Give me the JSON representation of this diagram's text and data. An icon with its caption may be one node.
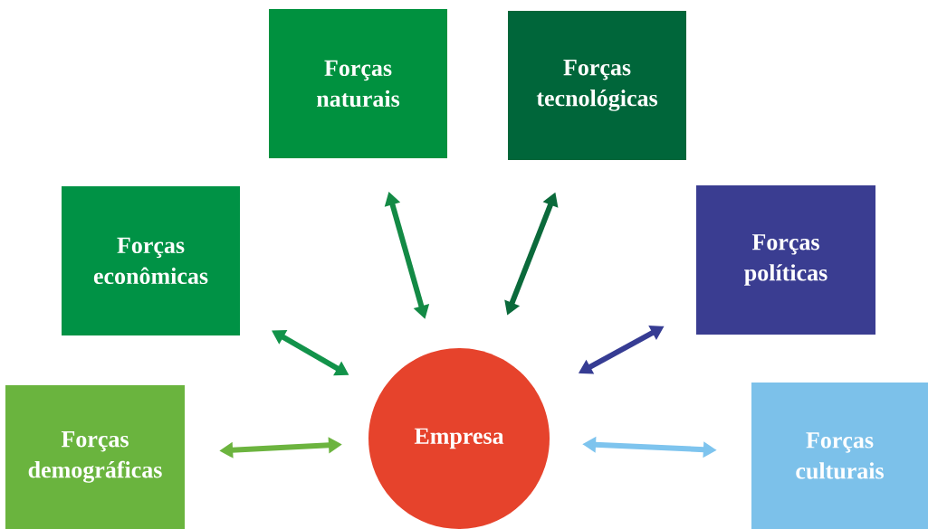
{
  "diagram": {
    "nodes": [
      {
        "text": [
          "Forças naturais"
        ]
      },
      {
        "text": [
          "Forças tecnológicas"
        ]
      },
      {
        "text": [
          "Forças econômicas"
        ]
      },
      {
        "text": [
          "Forças políticas"
        ]
      },
      {
        "text": [
          "Forças demográficas"
        ]
      },
      {
        "text": [
          "Empresa"
        ]
      },
      {
        "text": [
          "Forças culturais"
        ]
      }
    ],
    "edges": [
      {
        "from": 2,
        "to": 5,
        "arrow": "both",
        "color": "#12934a"
      },
      {
        "from": 0,
        "to": 5,
        "arrow": "both",
        "color": "#138a45"
      },
      {
        "from": 1,
        "to": 5,
        "arrow": "both",
        "color": "#0b6a3b"
      },
      {
        "from": 3,
        "to": 5,
        "arrow": "both",
        "color": "#363c93"
      },
      {
        "from": 4,
        "to": 5,
        "arrow": "both",
        "color": "#6cb43f"
      },
      {
        "from": 6,
        "to": 5,
        "arrow": "both",
        "color": "#7ec4ee"
      }
    ]
  }
}
